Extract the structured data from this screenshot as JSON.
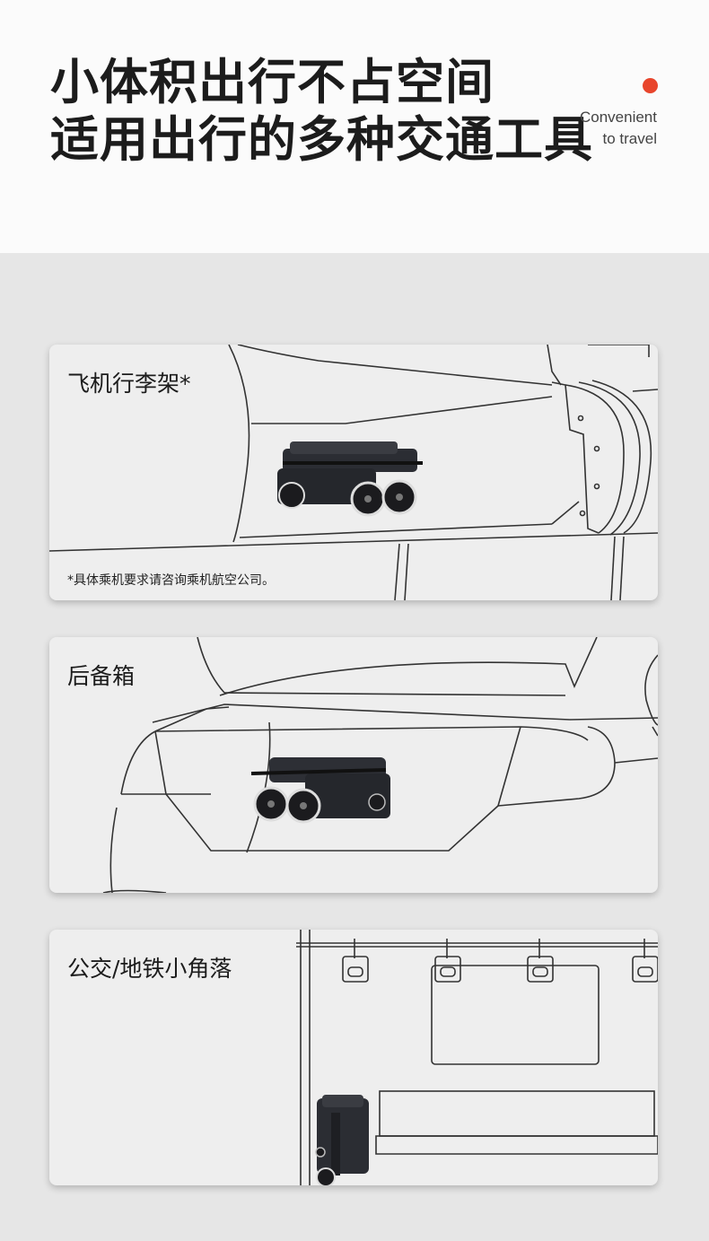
{
  "header": {
    "headline_line1": "小体积出行不占空间",
    "headline_line2": "适用出行的多种交通工具",
    "tagline_line1": "Convenient",
    "tagline_line2": "to travel",
    "accent_color": "#e8452c"
  },
  "cards": [
    {
      "title": "飞机行李架*",
      "note": "*具体乘机要求请咨询乘机航空公司。"
    },
    {
      "title": "后备箱"
    },
    {
      "title": "公交/地铁小角落"
    }
  ],
  "icons": [
    "red-dot-icon",
    "folded-stroller-icon"
  ]
}
